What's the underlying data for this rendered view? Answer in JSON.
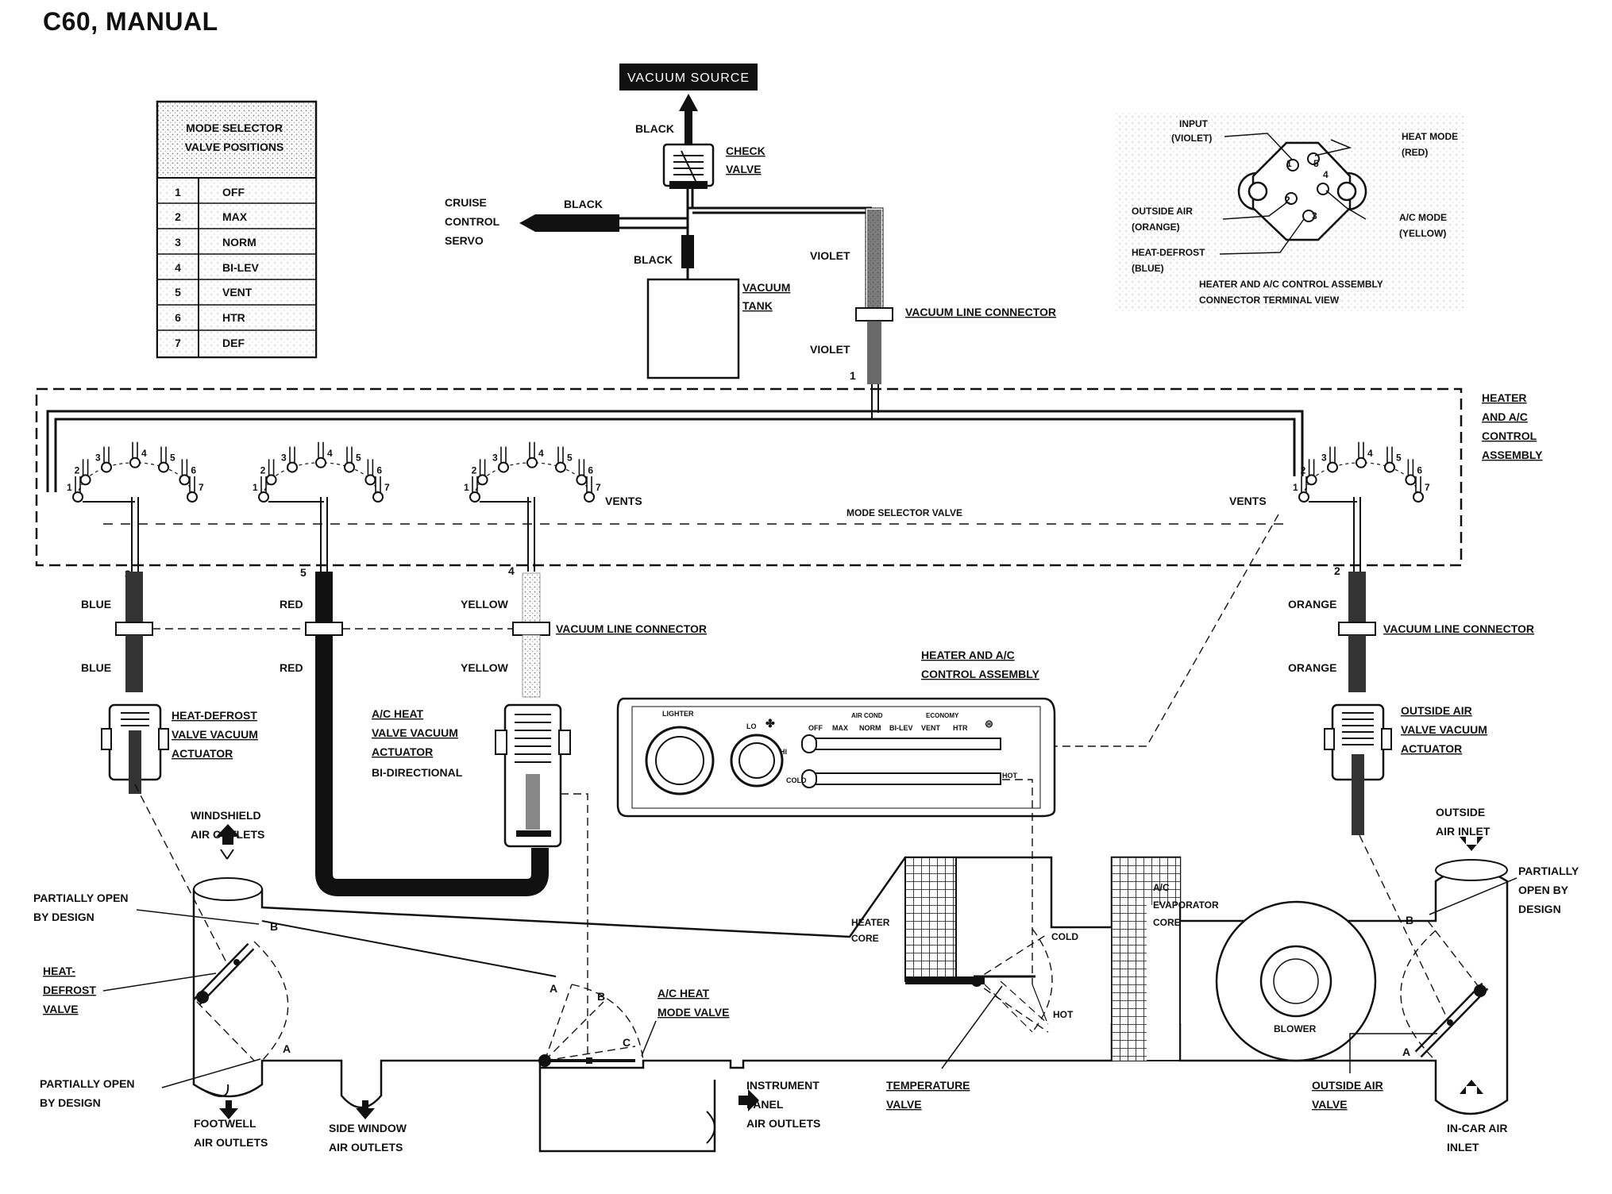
{
  "title": "C60, MANUAL",
  "vacuum_source": "VACUUM SOURCE",
  "mode_table": {
    "header_line1": "MODE SELECTOR",
    "header_line2": "VALVE POSITIONS",
    "rows": [
      {
        "num": "1",
        "label": "OFF"
      },
      {
        "num": "2",
        "label": "MAX"
      },
      {
        "num": "3",
        "label": "NORM"
      },
      {
        "num": "4",
        "label": "BI-LEV"
      },
      {
        "num": "5",
        "label": "VENT"
      },
      {
        "num": "6",
        "label": "HTR"
      },
      {
        "num": "7",
        "label": "DEF"
      }
    ]
  },
  "top": {
    "black_1": "BLACK",
    "black_2": "BLACK",
    "black_3": "BLACK",
    "check_valve_1": "CHECK",
    "check_valve_2": "VALVE",
    "cruise_1": "CRUISE",
    "cruise_2": "CONTROL",
    "cruise_3": "SERVO",
    "vacuum_tank_1": "VACUUM",
    "vacuum_tank_2": "TANK",
    "violet_1": "VIOLET",
    "violet_2": "VIOLET",
    "vlc_top": "VACUUM LINE CONNECTOR",
    "num_1": "1"
  },
  "terminal_view": {
    "input_1": "INPUT",
    "input_2": "(VIOLET)",
    "heat_mode_1": "HEAT MODE",
    "heat_mode_2": "(RED)",
    "outside_air_1": "OUTSIDE AIR",
    "outside_air_2": "(ORANGE)",
    "ac_mode_1": "A/C MODE",
    "ac_mode_2": "(YELLOW)",
    "heat_defrost_1": "HEAT-DEFROST",
    "heat_defrost_2": "(BLUE)",
    "caption_1": "HEATER AND A/C CONTROL ASSEMBLY",
    "caption_2": "CONNECTOR TERMINAL VIEW",
    "pins": [
      "1",
      "2",
      "3",
      "4",
      "5"
    ]
  },
  "assembly": {
    "label_1": "HEATER",
    "label_2": "AND A/C",
    "label_3": "CONTROL",
    "label_4": "ASSEMBLY",
    "mode_selector_valve": "MODE SELECTOR VALVE",
    "vents_left": "VENTS",
    "vents_right": "VENTS",
    "nums": [
      "1",
      "2",
      "3",
      "4",
      "5",
      "6",
      "7"
    ]
  },
  "lines": {
    "n3": "3",
    "n5": "5",
    "n4": "4",
    "n2": "2",
    "blue_1": "BLUE",
    "blue_2": "BLUE",
    "red_1": "RED",
    "red_2": "RED",
    "yellow_1": "YELLOW",
    "yellow_2": "YELLOW",
    "orange_1": "ORANGE",
    "orange_2": "ORANGE",
    "vlc_mid": "VACUUM LINE CONNECTOR",
    "vlc_right": "VACUUM LINE CONNECTOR"
  },
  "actuators": {
    "hd_1": "HEAT-DEFROST",
    "hd_2": "VALVE VACUUM",
    "hd_3": "ACTUATOR",
    "ac_1": "A/C HEAT",
    "ac_2": "VALVE VACUUM",
    "ac_3": "ACTUATOR",
    "ac_4": "BI-DIRECTIONAL",
    "oa_1": "OUTSIDE AIR",
    "oa_2": "VALVE VACUUM",
    "oa_3": "ACTUATOR"
  },
  "control_panel": {
    "title_1": "HEATER AND A/C",
    "title_2": "CONTROL ASSEMBLY",
    "lighter": "LIGHTER",
    "lo": "LO",
    "hi": "HI",
    "off": "OFF",
    "air_cond": "AIR COND",
    "max": "MAX",
    "norm": "NORM",
    "bilev": "BI-LEV",
    "economy": "ECONOMY",
    "vent": "VENT",
    "htr": "HTR",
    "cold": "COLD",
    "hot": "HOT"
  },
  "ductwork": {
    "windshield_1": "WINDSHIELD",
    "windshield_2": "AIR OUTLETS",
    "po_top_1": "PARTIALLY OPEN",
    "po_top_2": "BY DESIGN",
    "hdv_1": "HEAT-",
    "hdv_2": "DEFROST",
    "hdv_3": "VALVE",
    "po_bot_1": "PARTIALLY OPEN",
    "po_bot_2": "BY DESIGN",
    "footwell_1": "FOOTWELL",
    "footwell_2": "AIR OUTLETS",
    "sidewindow_1": "SIDE WINDOW",
    "sidewindow_2": "AIR OUTLETS",
    "ip_1": "INSTRUMENT",
    "ip_2": "PANEL",
    "ip_3": "AIR OUTLETS",
    "achm_1": "A/C HEAT",
    "achm_2": "MODE VALVE",
    "heater_core_1": "HEATER",
    "heater_core_2": "CORE",
    "cold": "COLD",
    "hot": "HOT",
    "temp_1": "TEMPERATURE",
    "temp_2": "VALVE",
    "evap_1": "A/C",
    "evap_2": "EVAPORATOR",
    "evap_3": "CORE",
    "blower": "BLOWER",
    "outside_inlet_1": "OUTSIDE",
    "outside_inlet_2": "AIR INLET",
    "po_right_1": "PARTIALLY",
    "po_right_2": "OPEN BY",
    "po_right_3": "DESIGN",
    "oav_1": "OUTSIDE AIR",
    "oav_2": "VALVE",
    "incar_1": "IN-CAR AIR",
    "incar_2": "INLET",
    "letter_a": "A",
    "letter_b": "B",
    "letter_c": "C"
  }
}
